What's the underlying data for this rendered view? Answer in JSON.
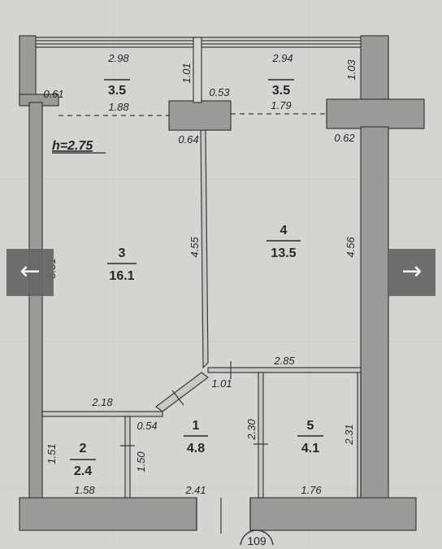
{
  "viewer": {
    "prev_icon": "←",
    "next_icon": "→"
  },
  "plan": {
    "ceiling_height": "h=2.75",
    "rooms": [
      {
        "num": "3.5",
        "area": ""
      },
      {
        "num": "3.5",
        "area": ""
      },
      {
        "num": "3",
        "area": "16.1"
      },
      {
        "num": "4",
        "area": "13.5"
      },
      {
        "num": "1",
        "area": "4.8"
      },
      {
        "num": "2",
        "area": "2.4"
      },
      {
        "num": "5",
        "area": "4.1"
      }
    ],
    "dimensions": {
      "d298": "2.98",
      "d294": "2.94",
      "d101a": "1.01",
      "d103": "1.03",
      "d061": "0.61",
      "d188": "1.88",
      "d053": "0.53",
      "d179": "1.79",
      "d064": "0.64",
      "d062": "0.62",
      "d531": "5.31",
      "d455": "4.55",
      "d456": "4.56",
      "d285": "2.85",
      "d101b": "1.01",
      "d218": "2.18",
      "d054": "0.54",
      "d230": "2.30",
      "d231": "2.31",
      "d151": "1.51",
      "d150": "1.50",
      "d158": "1.58",
      "d241": "2.41",
      "d176": "1.76"
    },
    "corner_label": "109"
  },
  "colors": {
    "background": "#d4d5d0",
    "wall": "#9a9b98",
    "line": "#3a3a3a"
  }
}
